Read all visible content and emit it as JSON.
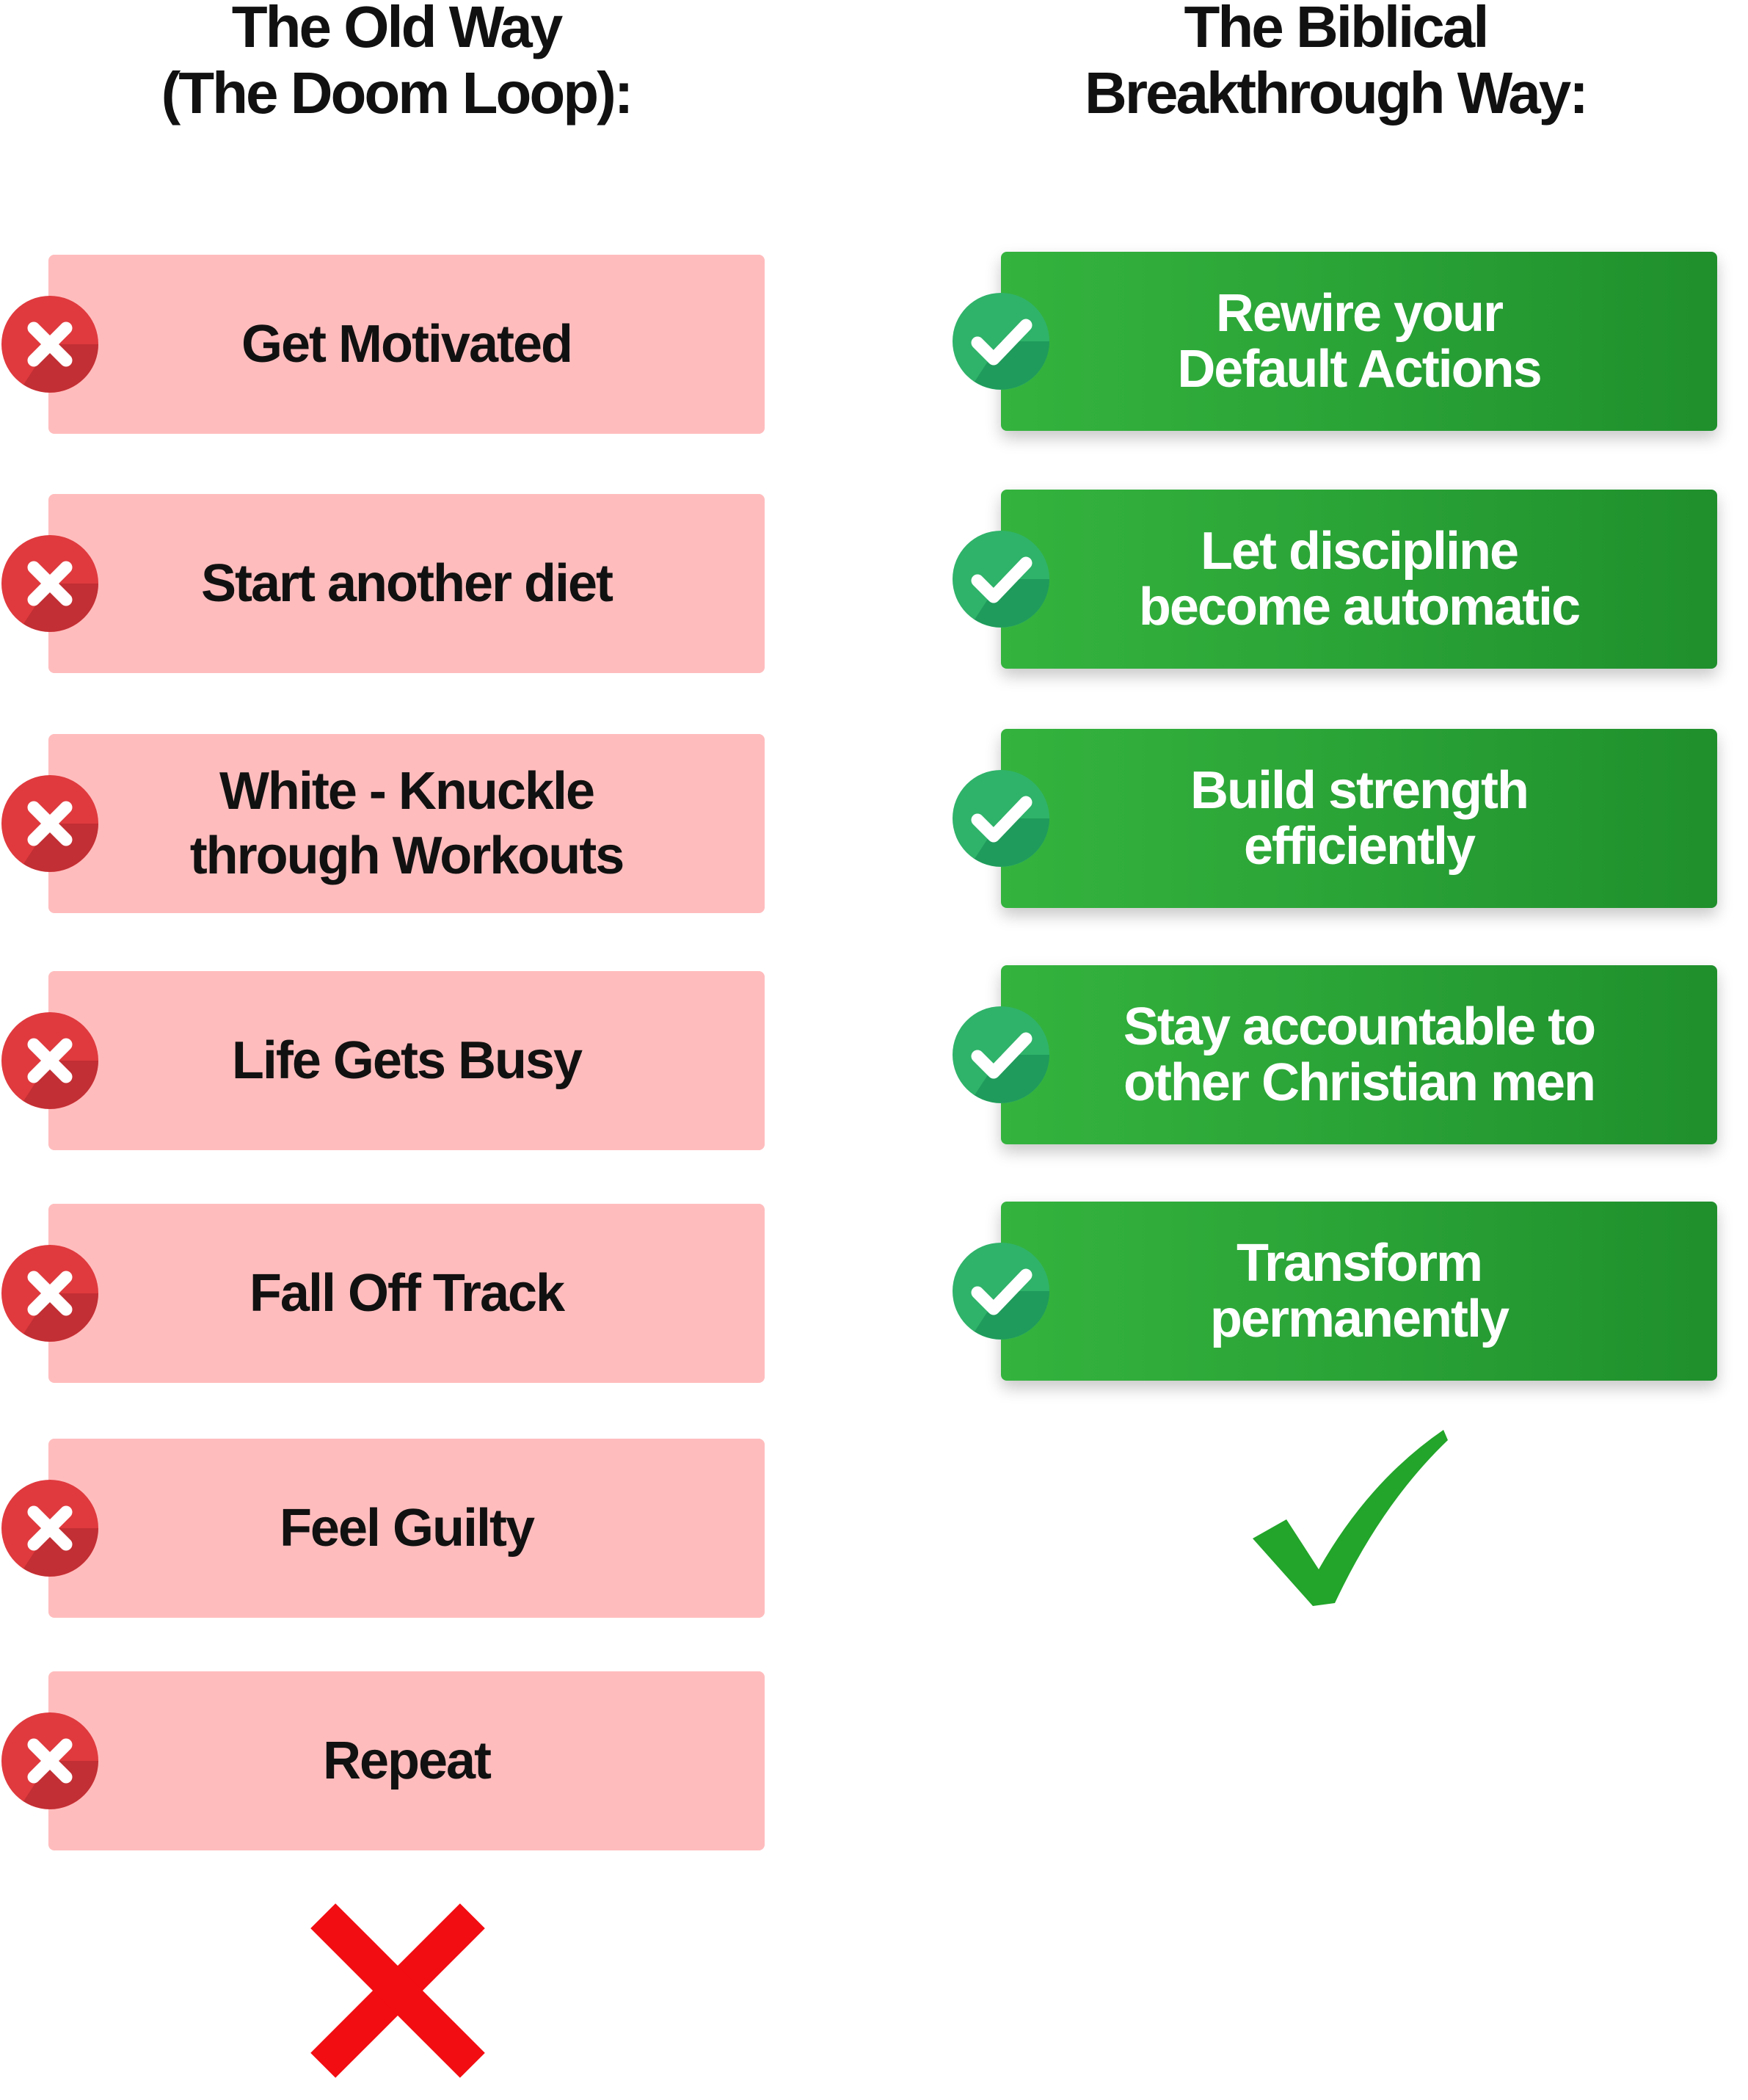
{
  "left_column": {
    "title_line1": "The Old Way",
    "title_line2": "(The Doom Loop):",
    "items": [
      {
        "lines": [
          "Get Motivated"
        ]
      },
      {
        "lines": [
          "Start another diet"
        ]
      },
      {
        "lines": [
          "White - Knuckle",
          "through Workouts"
        ]
      },
      {
        "lines": [
          "Life Gets Busy"
        ]
      },
      {
        "lines": [
          "Fall Off Track"
        ]
      },
      {
        "lines": [
          "Feel Guilty"
        ]
      },
      {
        "lines": [
          "Repeat"
        ]
      }
    ],
    "item_icon": "red-x-circle-icon",
    "footer_icon": "big-red-x-icon"
  },
  "right_column": {
    "title_line1": "The Biblical",
    "title_line2": "Breakthrough Way:",
    "items": [
      {
        "lines": [
          "Rewire your",
          "Default Actions"
        ]
      },
      {
        "lines": [
          "Let discipline",
          "become automatic"
        ]
      },
      {
        "lines": [
          "Build strength",
          "efficiently"
        ]
      },
      {
        "lines": [
          "Stay accountable to",
          "other Christian men"
        ]
      },
      {
        "lines": [
          "Transform",
          "permanently"
        ]
      }
    ],
    "item_icon": "green-check-circle-icon",
    "footer_icon": "big-green-check-icon"
  },
  "colors": {
    "bad_card": "#ffbcbd",
    "bad_icon": "#e03a3e",
    "good_card": "#2aa336",
    "good_icon": "#2fb36a",
    "big_x": "#f20d12",
    "big_check": "#22a52a"
  }
}
